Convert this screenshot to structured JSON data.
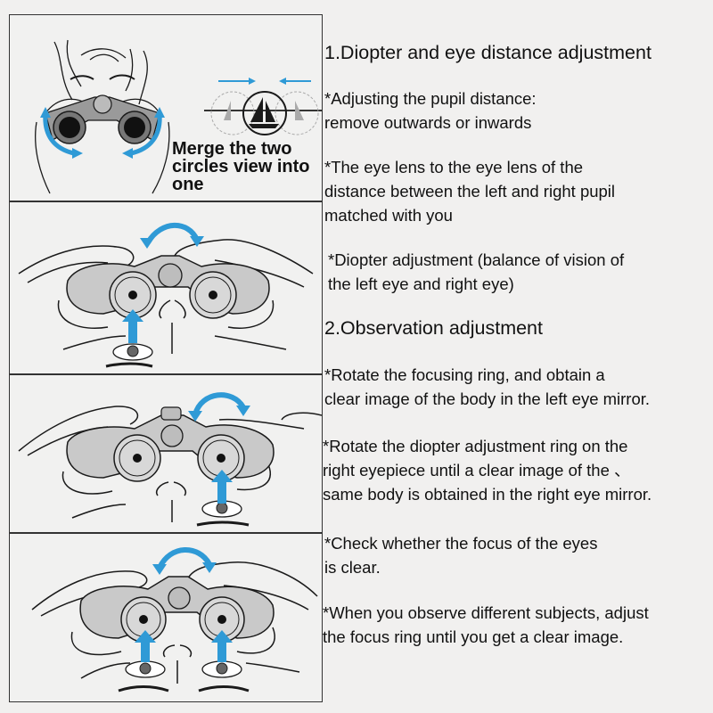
{
  "colors": {
    "accent_blue": "#2f9ad6",
    "line": "#1a1a1a",
    "binocular_gray": "#c9c9c9",
    "panel_bg": "#f1f1f0"
  },
  "panels": [
    {
      "caption": "Merge the two circles view into one",
      "caption_lines": [
        "Merge the two",
        "circles view into",
        "one"
      ]
    }
  ],
  "sections": {
    "heading1": "1.Diopter and eye distance adjustment",
    "s1_line1": "*Adjusting the pupil distance:",
    "s1_line2": "remove outwards or inwards",
    "s2_line1": "*The eye lens to the eye lens of the",
    "s2_line2": "distance between the left and right pupil",
    "s2_line3": "matched with you",
    "s3_line1": "*Diopter adjustment (balance of vision of",
    "s3_line2": "the left eye and right eye)",
    "heading2": "2.Observation adjustment",
    "s4_line1": "*Rotate the focusing ring, and obtain a",
    "s4_line2": "clear image of the body in the left eye mirror.",
    "s5_line1": "*Rotate the diopter adjustment ring on the",
    "s5_line2": "right eyepiece until a clear image of the 、",
    "s5_line3": "same body is obtained in the right eye mirror.",
    "s6_line1": "*Check whether the focus of the eyes",
    "s6_line2": "is clear.",
    "s7_line1": "*When you observe different subjects, adjust",
    "s7_line2": "the focus ring until you get a clear image."
  }
}
